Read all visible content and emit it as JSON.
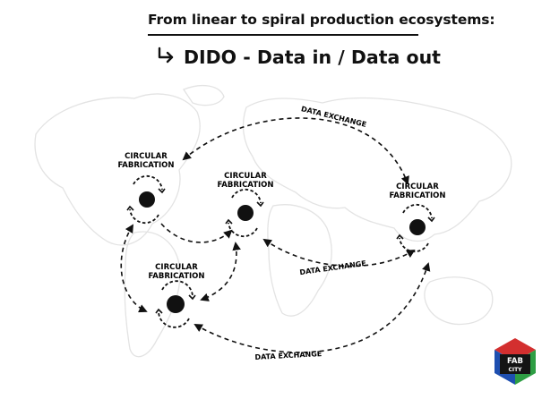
{
  "header": {
    "title": "From linear to spiral production ecosystems:",
    "subtitle": "DIDO - Data in / Data out"
  },
  "nodes": [
    {
      "id": "n1",
      "label_line1": "CIRCULAR",
      "label_line2": "FABRICATION"
    },
    {
      "id": "n2",
      "label_line1": "CIRCULAR",
      "label_line2": "FABRICATION"
    },
    {
      "id": "n3",
      "label_line1": "CIRCULAR",
      "label_line2": "FABRICATION"
    },
    {
      "id": "n4",
      "label_line1": "CIRCULAR",
      "label_line2": "FABRICATION"
    }
  ],
  "exchanges": [
    {
      "id": "top",
      "label": "DATA EXCHANGE"
    },
    {
      "id": "middle",
      "label": "DATA EXCHANGE"
    },
    {
      "id": "bottom",
      "label": "DATA EXCHANGE"
    }
  ],
  "logo": {
    "text_line1": "FAB",
    "text_line2": "CITY",
    "colors": {
      "red": "#d32f2f",
      "blue": "#1e4fb0",
      "green": "#2e9e44",
      "dark": "#141414"
    }
  },
  "colors": {
    "ink": "#111111",
    "map": "#e4e4e4"
  }
}
